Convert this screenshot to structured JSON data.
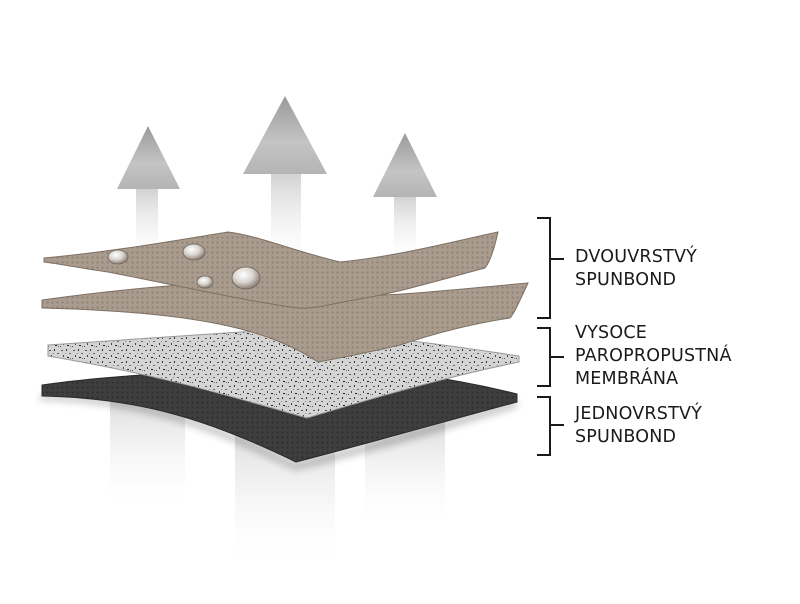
{
  "diagram": {
    "type": "layered-material-cross-section",
    "arrows": [
      {
        "id": "left",
        "direction": "up",
        "color": "#b8b8b8"
      },
      {
        "id": "center",
        "direction": "up",
        "color": "#b8b8b8"
      },
      {
        "id": "right",
        "direction": "up",
        "color": "#b8b8b8"
      }
    ],
    "layers": [
      {
        "id": "top-spunbond",
        "color": "#a89a8c",
        "features": [
          "water-droplets"
        ]
      },
      {
        "id": "second-spunbond",
        "color": "#a89a8c"
      },
      {
        "id": "membrane",
        "color": "#d2d2d2",
        "texture": "speckled"
      },
      {
        "id": "bottom-spunbond",
        "color": "#3c3c3c"
      }
    ],
    "labels": [
      {
        "lines": [
          "DVOUVRSTVÝ",
          "SPUNBOND"
        ]
      },
      {
        "lines": [
          "VYSOCE",
          "PAROPROPUSTNÁ",
          "MEMBRÁNA"
        ]
      },
      {
        "lines": [
          "JEDNOVRSTVÝ",
          "SPUNBOND"
        ]
      }
    ]
  }
}
